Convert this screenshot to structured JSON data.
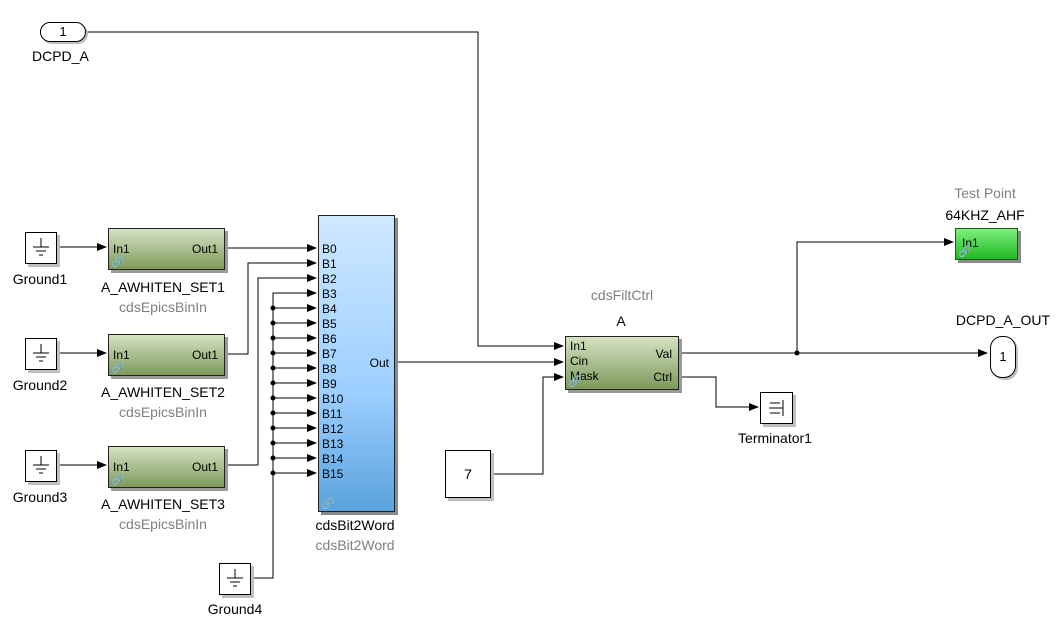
{
  "inport": {
    "number": "1",
    "name": "DCPD_A"
  },
  "grounds": [
    {
      "name": "Ground1"
    },
    {
      "name": "Ground2"
    },
    {
      "name": "Ground3"
    },
    {
      "name": "Ground4"
    }
  ],
  "epics_blocks": [
    {
      "name": "A_AWHITEN_SET1",
      "library": "cdsEpicsBinIn",
      "in_port": "In1",
      "out_port": "Out1"
    },
    {
      "name": "A_AWHITEN_SET2",
      "library": "cdsEpicsBinIn",
      "in_port": "In1",
      "out_port": "Out1"
    },
    {
      "name": "A_AWHITEN_SET3",
      "library": "cdsEpicsBinIn",
      "in_port": "In1",
      "out_port": "Out1"
    }
  ],
  "bit2word": {
    "name": "cdsBit2Word",
    "library": "cdsBit2Word",
    "inputs": [
      "B0",
      "B1",
      "B2",
      "B3",
      "B4",
      "B5",
      "B6",
      "B7",
      "B8",
      "B9",
      "B10",
      "B11",
      "B12",
      "B13",
      "B14",
      "B15"
    ],
    "output": "Out"
  },
  "filtctrl": {
    "library": "cdsFiltCtrl",
    "name": "A",
    "inputs": [
      "In1",
      "Cin",
      "Mask"
    ],
    "outputs": [
      "Val",
      "Ctrl"
    ]
  },
  "constant": {
    "value": "7"
  },
  "terminator": {
    "name": "Terminator1"
  },
  "test_point": {
    "library": "Test Point",
    "name": "64KHZ_AHF",
    "in_port": "In1"
  },
  "outport": {
    "number": "1",
    "name": "DCPD_A_OUT"
  },
  "colors": {
    "subsystem": "#8fa86c",
    "bit2word": "#9ccfff",
    "test_point": "#22b822",
    "library_text": "#7f7f7f"
  }
}
